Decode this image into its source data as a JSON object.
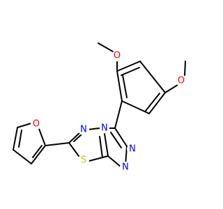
{
  "molecule": {
    "atoms": [
      {
        "id": "O1",
        "label": "O",
        "element": "O"
      },
      {
        "id": "O2",
        "label": "O",
        "element": "O"
      },
      {
        "id": "O3",
        "label": "O",
        "element": "O"
      },
      {
        "id": "N1",
        "label": "N",
        "element": "N"
      },
      {
        "id": "N2",
        "label": "N",
        "element": "N"
      },
      {
        "id": "N3",
        "label": "N",
        "element": "N"
      },
      {
        "id": "N4",
        "label": "N",
        "element": "N"
      },
      {
        "id": "S1",
        "label": "S",
        "element": "S"
      }
    ],
    "colors": {
      "bond": "#000000",
      "O": "#ff0000",
      "N": "#0000ff",
      "S": "#cccc00"
    }
  }
}
